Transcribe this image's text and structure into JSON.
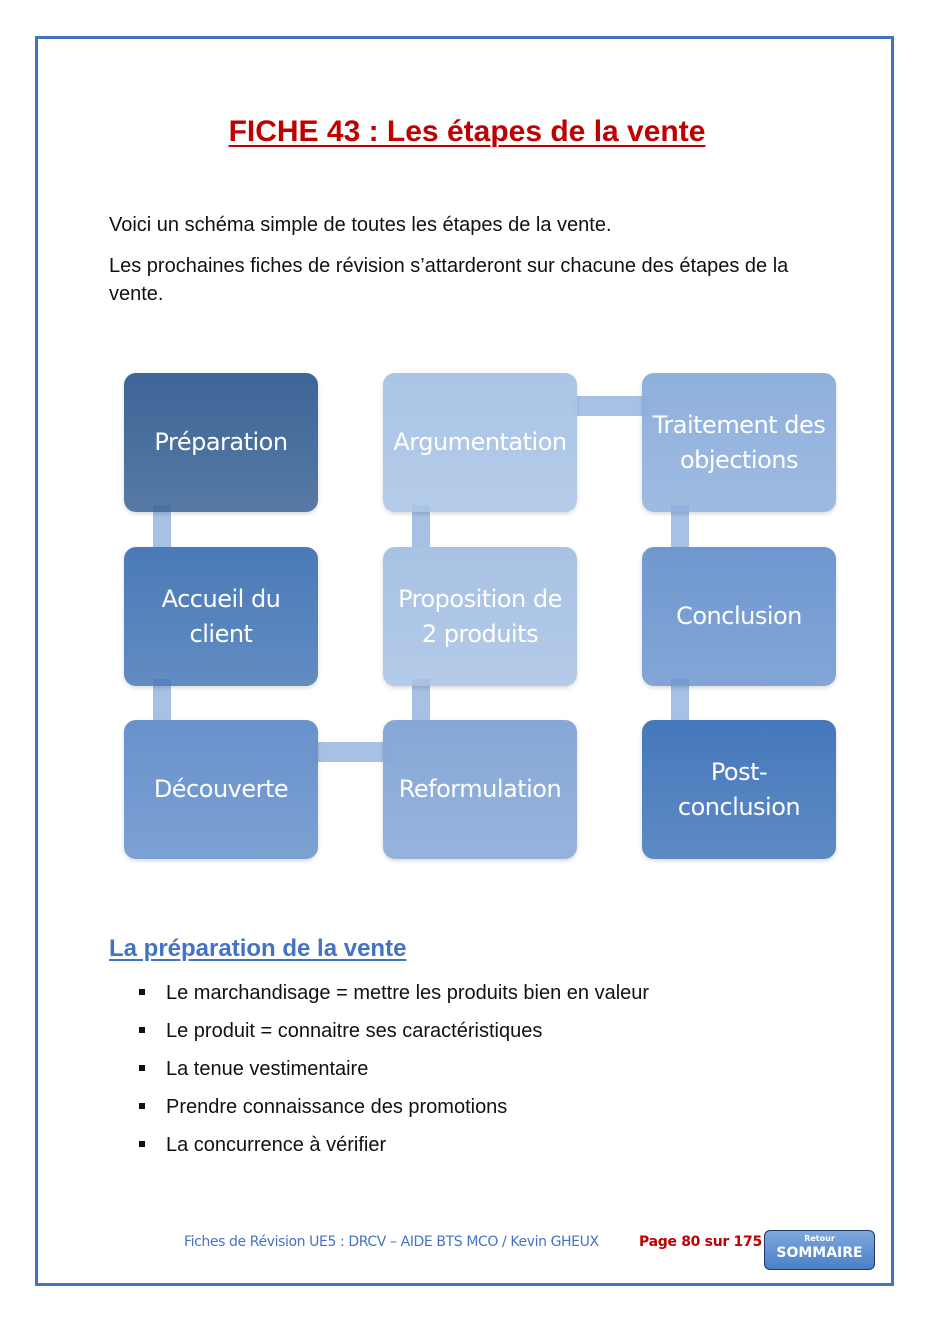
{
  "document": {
    "title": "FICHE 43 : Les étapes de la vente",
    "intro_paragraphs": [
      "Voici un schéma simple de toutes les étapes de la vente.",
      "Les prochaines fiches de révision s’attarderont sur chacune des étapes de la vente."
    ]
  },
  "diagram": {
    "steps": [
      {
        "label": "Préparation",
        "color": "#3d6597"
      },
      {
        "label": "Accueil du\nclient",
        "color": "#4a7ab8"
      },
      {
        "label": "Découverte",
        "color": "#6892cc"
      },
      {
        "label": "Reformulation",
        "color": "#86a7d7"
      },
      {
        "label": "Proposition de\n2 produits",
        "color": "#a8c2e4"
      },
      {
        "label": "Argumentation",
        "color": "#aac4e6"
      },
      {
        "label": "Traitement des\nobjections",
        "color": "#8fb0dc"
      },
      {
        "label": "Conclusion",
        "color": "#6f98d0"
      },
      {
        "label": "Post-conclusion",
        "color": "#4578bb"
      }
    ],
    "connector_color": "#a6c1e4"
  },
  "section": {
    "title": "La préparation de la vente",
    "bullets": [
      "Le marchandisage = mettre les produits bien en valeur",
      "Le produit = connaitre ses caractéristiques",
      "La tenue vestimentaire",
      "Prendre connaissance des promotions",
      "La concurrence à vérifier"
    ]
  },
  "footer": {
    "left_text": "Fiches de Révision UE5 : DRCV – AIDE BTS MCO / Kevin GHEUX",
    "page_text": "Page 80 sur 175",
    "button_small": "Retour",
    "button_big": "SOMMAIRE"
  }
}
